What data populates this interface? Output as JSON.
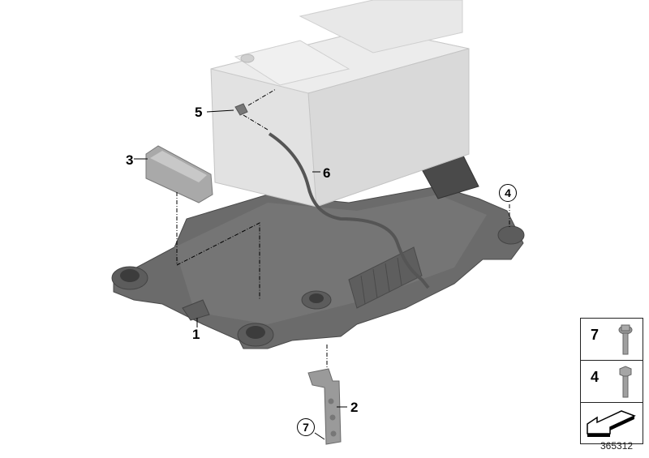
{
  "diagram": {
    "type": "exploded-parts-diagram",
    "subject": "Battery tray / battery holder assembly",
    "diagram_number": "365312",
    "callouts": [
      {
        "id": "1",
        "label": "1",
        "style": "plain",
        "part": "battery tray"
      },
      {
        "id": "2",
        "label": "2",
        "style": "plain",
        "part": "bracket"
      },
      {
        "id": "3",
        "label": "3",
        "style": "plain",
        "part": "battery clamp"
      },
      {
        "id": "4",
        "label": "4",
        "style": "circled",
        "part": "bolt"
      },
      {
        "id": "5",
        "label": "5",
        "style": "plain",
        "part": "vent elbow"
      },
      {
        "id": "6",
        "label": "6",
        "style": "plain",
        "part": "vent hose"
      },
      {
        "id": "7",
        "label": "7",
        "style": "circled",
        "part": "bolt"
      }
    ],
    "legend": {
      "items": [
        {
          "label": "7",
          "icon": "flange-bolt-icon"
        },
        {
          "label": "4",
          "icon": "hex-bolt-icon"
        },
        {
          "label": "",
          "icon": "arrow-direction-icon"
        }
      ]
    },
    "colors": {
      "battery": "#dcdcdc",
      "tray": "#6a6a6a",
      "clamp": "#a8a8a8",
      "callout": "#000000"
    }
  }
}
